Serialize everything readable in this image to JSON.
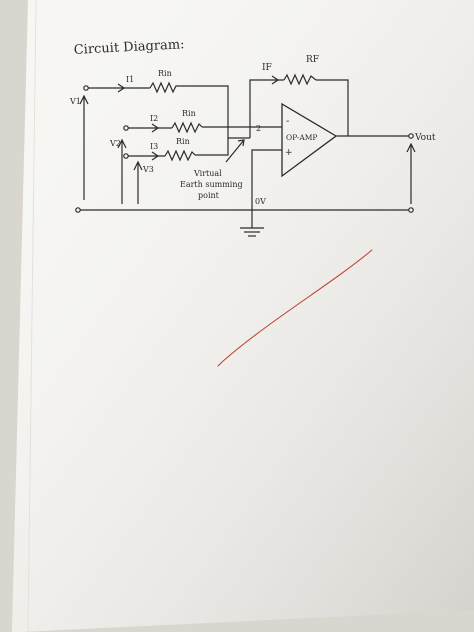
{
  "heading": "Circuit Diagram:",
  "labels": {
    "i1": "I1",
    "i2": "I2",
    "i3": "I3",
    "if": "IF",
    "rf": "RF",
    "rin1": "Rin",
    "rin2": "Rin",
    "rin3": "Rin",
    "v1": "V1",
    "v2": "V2",
    "v3": "V3",
    "node": "2",
    "minus": "-",
    "plus": "+",
    "opamp": "OP-AMP",
    "vout": "Vout",
    "virtual1": "Virtual",
    "virtual2": "Earth summing",
    "virtual3": "point",
    "ov": "0V"
  },
  "colors": {
    "paper": "#f7f6f3",
    "ink": "#2b2b2b",
    "red_pen": "#c0392b"
  }
}
